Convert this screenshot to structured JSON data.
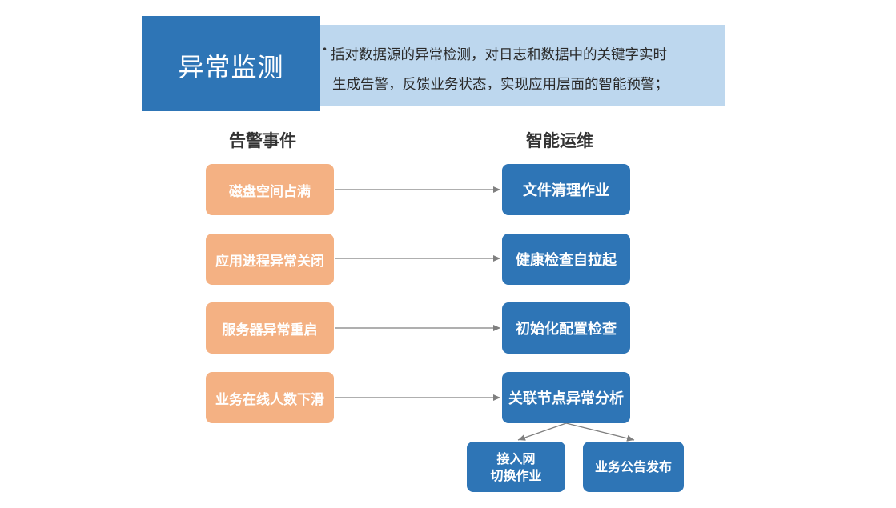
{
  "header": {
    "title": "异常监测",
    "bullet": "•",
    "desc_line1": "括对数据源的异常检测，对日志和数据中的关键字实时",
    "desc_line2": "生成告警，反馈业务状态，实现应用层面的智能预警；"
  },
  "columns": {
    "left_heading": "告警事件",
    "right_heading": "智能运维"
  },
  "events": [
    "磁盘空间占满",
    "应用进程异常关闭",
    "服务器异常重启",
    "业务在线人数下滑"
  ],
  "actions": [
    "文件清理作业",
    "健康检查自拉起",
    "初始化配置检查",
    "关联节点异常分析"
  ],
  "sub_actions": [
    {
      "line1": "接入网",
      "line2": "切换作业"
    },
    {
      "line1": "业务公告发布",
      "line2": ""
    }
  ],
  "colors": {
    "header_blue": "#2e75b6",
    "header_light": "#bdd7ee",
    "event_orange": "#f4b183",
    "action_blue": "#2e75b6",
    "arrow_gray": "#7f7f7f"
  }
}
